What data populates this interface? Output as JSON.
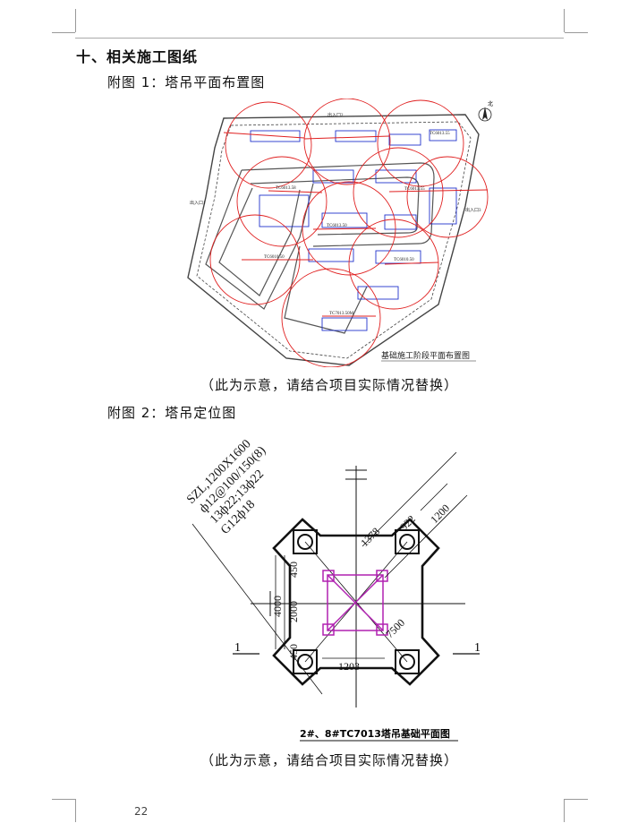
{
  "heading": "十、相关施工图纸",
  "figure1": {
    "caption": "附图 1：塔吊平面布置图",
    "plan_title": "基础施工阶段平面布置图",
    "labels": {
      "north": "北",
      "gate2": "出入口2",
      "gate1": "出入口1",
      "gate3": "出入口3",
      "tc1": "TC6013.58",
      "tc2": "TC6013.50",
      "tc3": "TC6013.55",
      "tc4": "TC6010.50",
      "tc5": "TC6010.50",
      "tc6": "TC6013.55",
      "tc7": "TC7013.50M"
    },
    "note": "（此为示意，请结合项目实际情况替换）"
  },
  "figure2": {
    "caption": "附图 2：塔吊定位图",
    "spec": [
      "SZL,1200X1600",
      "ф12@100/150(8)",
      "13ф22;13ф22",
      "G12ф18"
    ],
    "dims": {
      "d1200": "1200",
      "d922": "922",
      "d1378": "1378",
      "d450a": "450",
      "d2000": "2000",
      "d4000": "4000",
      "d450b": "450",
      "d7500": "7500",
      "d1203": "1203"
    },
    "section_mark": "1",
    "drawing_title": "2#、8#TC7013塔吊基础平面图",
    "note": "（此为示意，请结合项目实际情况替换）"
  },
  "page_number": "22"
}
